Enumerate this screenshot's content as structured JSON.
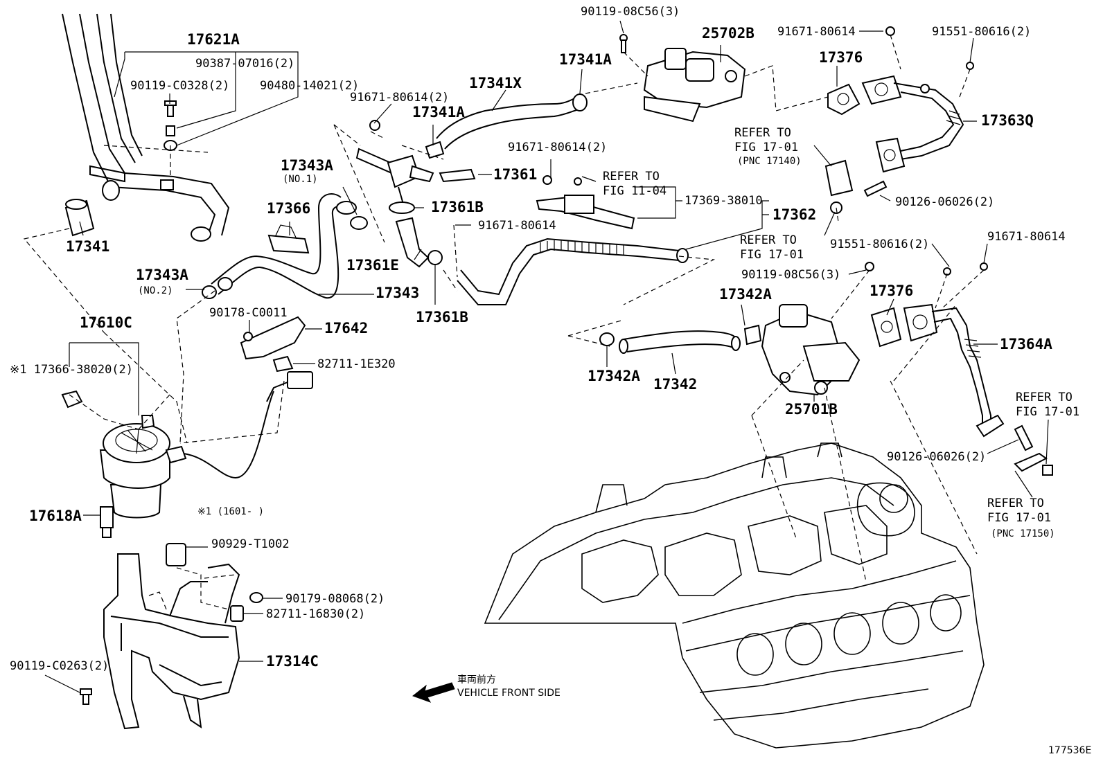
{
  "labels": {
    "p17621A": "17621A",
    "p90387": "90387-07016(2)",
    "p90119_c0328": "90119-C0328(2)",
    "p90480": "90480-14021(2)",
    "p17341": "17341",
    "p17610C": "17610C",
    "p17366_38020": "※1 17366-38020(2)",
    "p17618A": "17618A",
    "note1": "※1 (1601-     )",
    "p91671_a": "91671-80614(2)",
    "p17341A_a": "17341A",
    "p17341X": "17341X",
    "p17361": "17361",
    "p17361B_a": "17361B",
    "p17361E": "17361E",
    "p17361B_b": "17361B",
    "p17343A_1": "17343A",
    "no1": "(NO.1)",
    "p17366": "17366",
    "p17343A_2": "17343A",
    "no2": "(NO.2)",
    "p17343": "17343",
    "p90178": "90178-C0011",
    "p17642": "17642",
    "p82711_1e320": "82711-1E320",
    "p90929": "90929-T1002",
    "p90179": "90179-08068(2)",
    "p82711_16830": "82711-16830(2)",
    "p17314C": "17314C",
    "p90119_c0263": "90119-C0263(2)",
    "front_jp": "車両前方",
    "front_en": "VEHICLE FRONT SIDE",
    "p90119_08c56_a": "90119-08C56(3)",
    "p17341A_b": "17341A",
    "p25702B": "25702B",
    "p91671_b": "91671-80614",
    "p91551_a": "91551-80616(2)",
    "p17376_a": "17376",
    "p17363Q": "17363Q",
    "refer_1701_a1": "REFER TO",
    "refer_1701_a2": "FIG 17-01",
    "pnc17140": "(PNC 17140)",
    "p90126_a": "90126-06026(2)",
    "p91671_c": "91671-80614(2)",
    "refer_1104_1": "REFER TO",
    "refer_1104_2": "FIG 11-04",
    "p17369": "17369-38010",
    "p17362": "17362",
    "p91671_d": "91671-80614",
    "refer_1701_b1": "REFER TO",
    "refer_1701_b2": "FIG 17-01",
    "p91551_b": "91551-80616(2)",
    "p91671_e": "91671-80614",
    "p90119_08c56_b": "90119-08C56(3)",
    "p17342A_a": "17342A",
    "p17376_b": "17376",
    "p17364A": "17364A",
    "p17342A_b": "17342A",
    "p17342": "17342",
    "p25701B": "25701B",
    "refer_1701_c1": "REFER TO",
    "refer_1701_c2": "FIG 17-01",
    "p90126_b": "90126-06026(2)",
    "refer_1701_d1": "REFER TO",
    "refer_1701_d2": "FIG 17-01",
    "pnc17150": "(PNC 17150)",
    "fig_code": "177536E"
  }
}
